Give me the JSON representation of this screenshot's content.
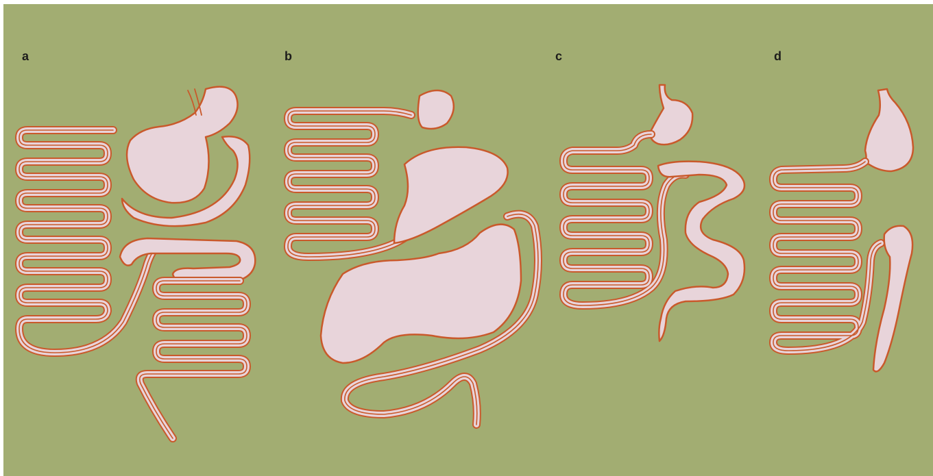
{
  "colors": {
    "background": "#a2ad72",
    "organ_fill": "#e8d4da",
    "organ_outline": "#c9592b",
    "label": "#1d1d1b"
  },
  "panels": [
    {
      "label": "a"
    },
    {
      "label": "b"
    },
    {
      "label": "c"
    },
    {
      "label": "d"
    }
  ]
}
